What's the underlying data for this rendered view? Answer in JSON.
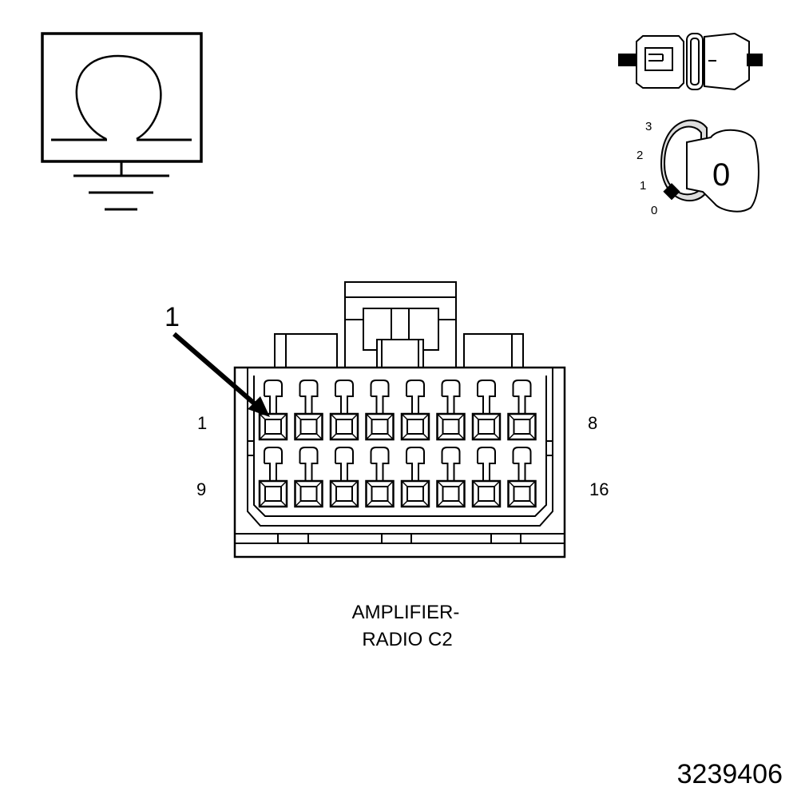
{
  "colors": {
    "line": "#000000",
    "fill": "#ffffff",
    "shade": "#cccccc"
  },
  "icons": {
    "ohmmeter": "ohmmeter-ground-icon",
    "connector": "disconnected-connector-icon",
    "ignition": "ignition-key-off-icon"
  },
  "ignition": {
    "positions": [
      "3",
      "2",
      "1",
      "0"
    ],
    "key_label": "0"
  },
  "callout": {
    "number": "1"
  },
  "connector": {
    "pin_label_top_left": "1",
    "pin_label_top_right": "8",
    "pin_label_bottom_left": "9",
    "pin_label_bottom_right": "16",
    "name_line1": "AMPLIFIER-",
    "name_line2": "RADIO C2"
  },
  "figure_number": "3239406"
}
